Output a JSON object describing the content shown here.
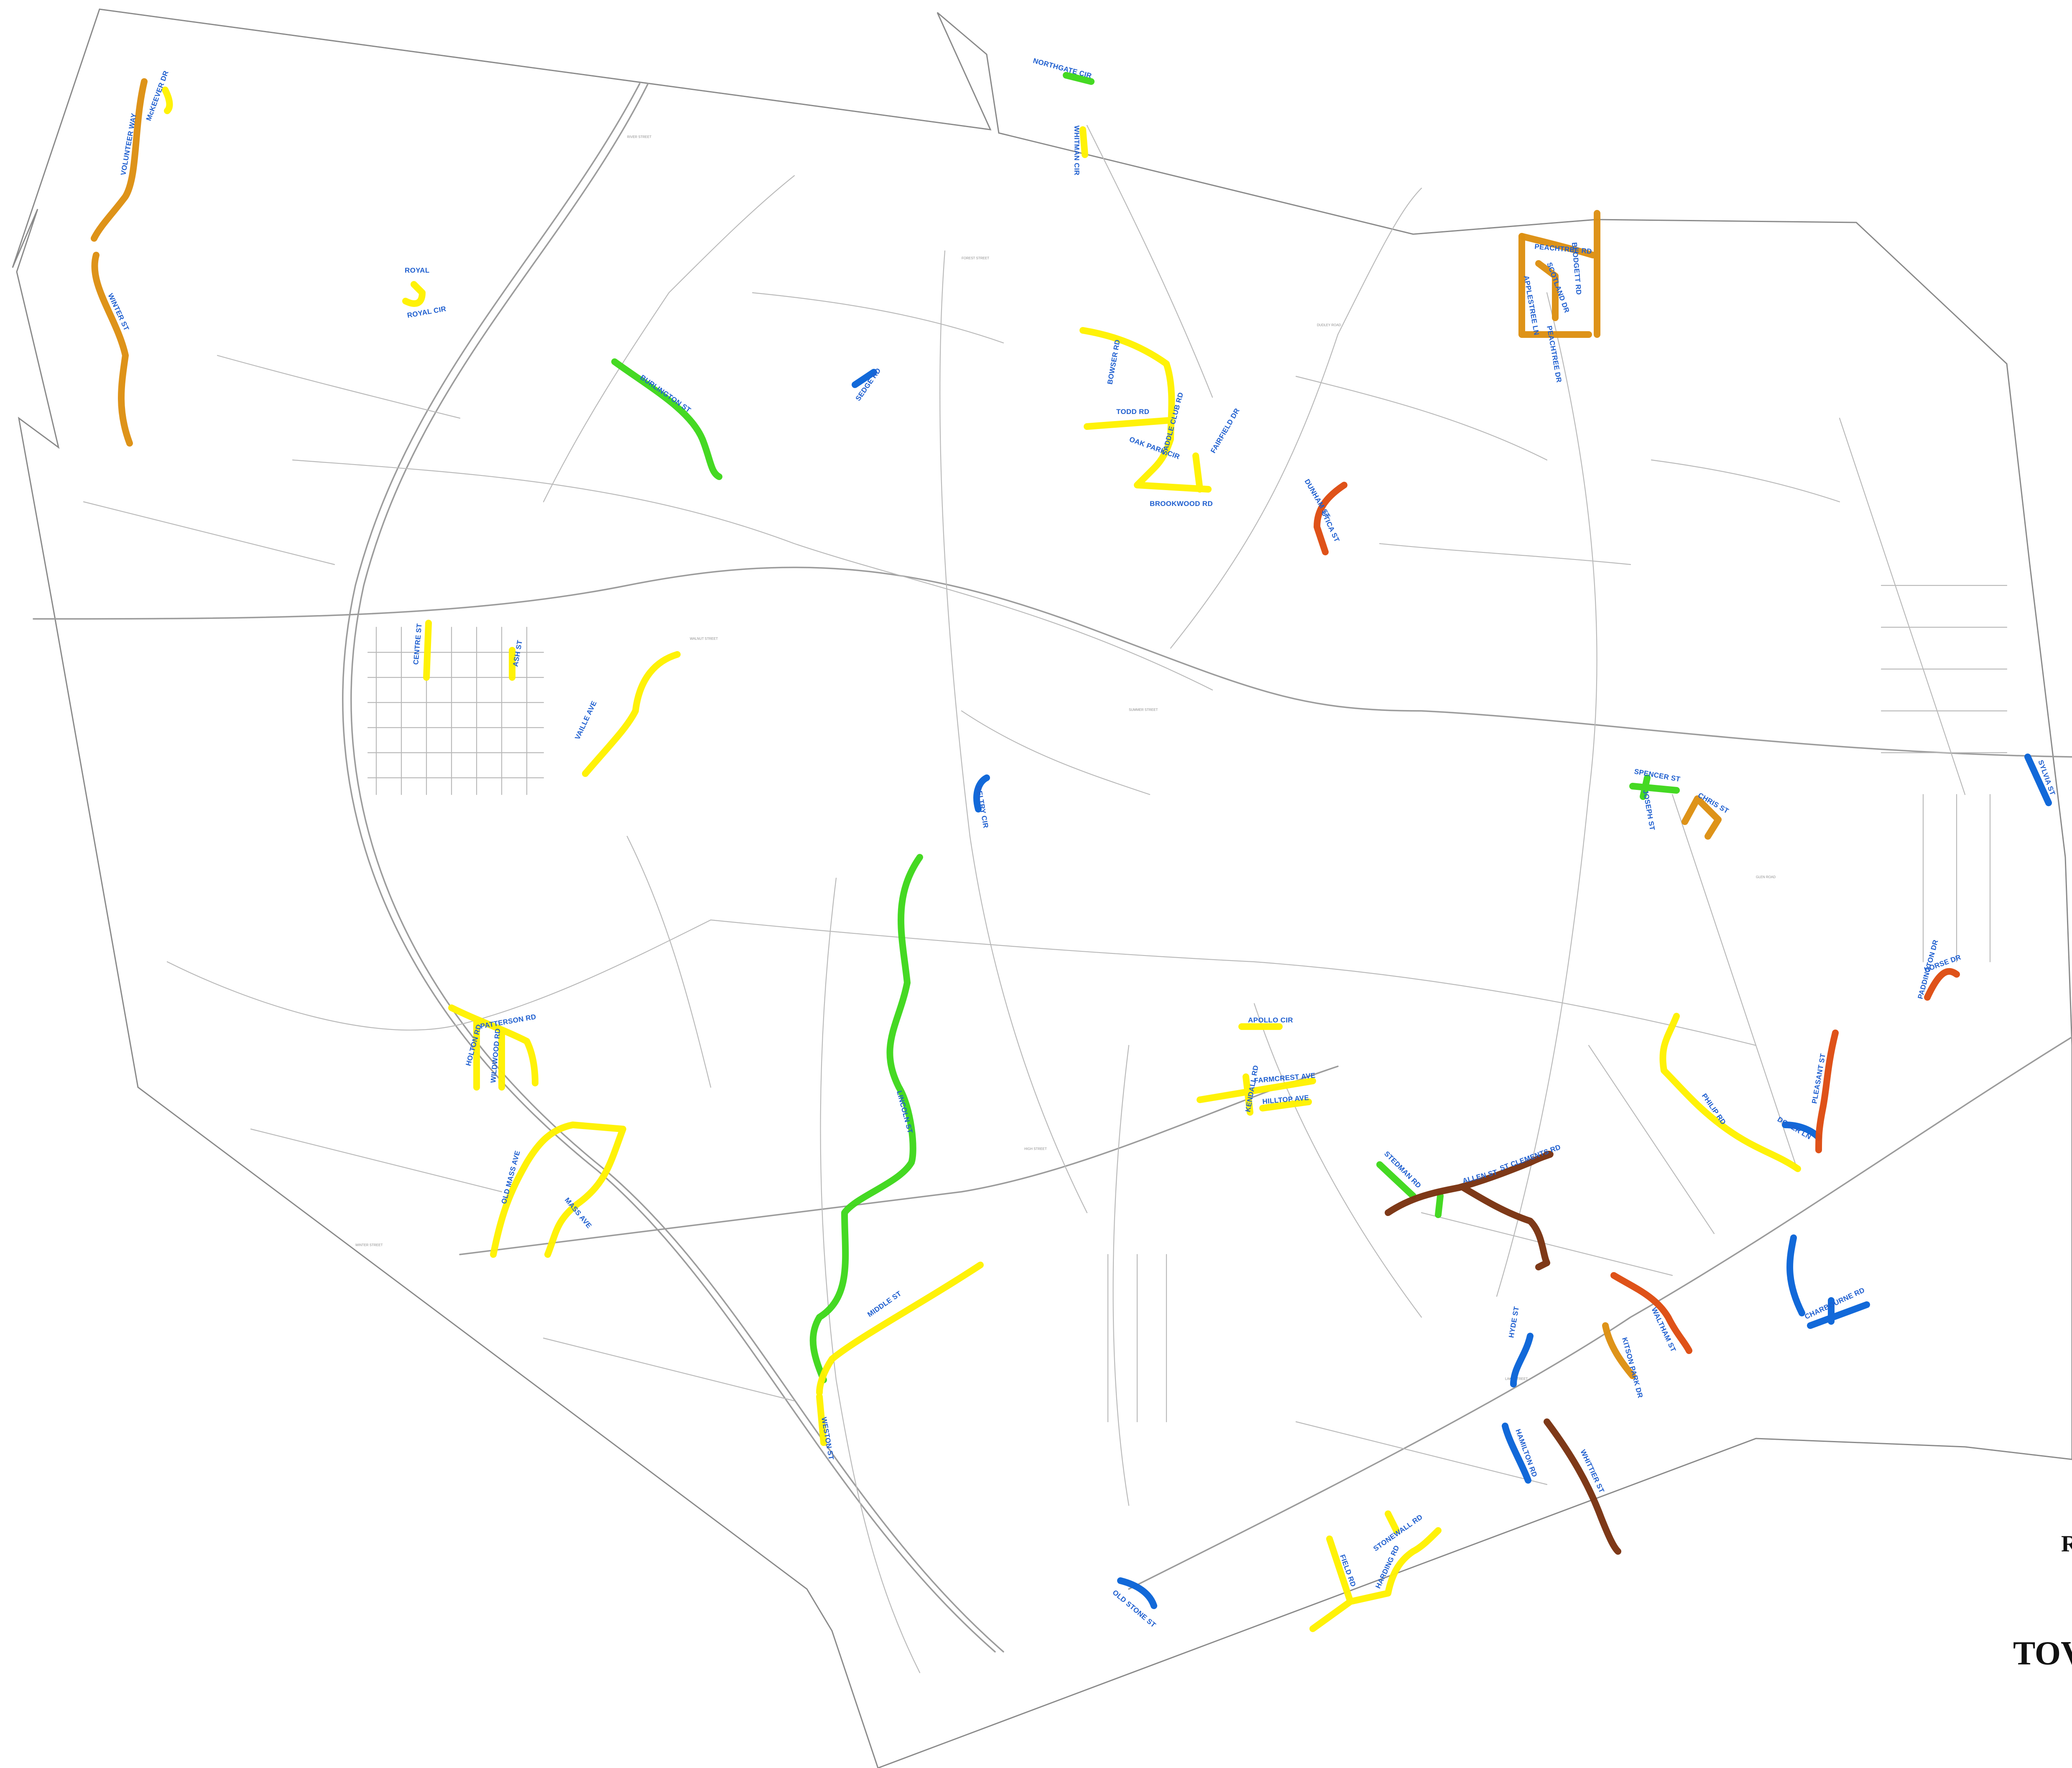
{
  "colors": {
    "green": "#3fd81c",
    "yellow": "#fff200",
    "orange": "#dd8f12",
    "blue": "#0a64d8",
    "red_orange": "#de4c12",
    "brown": "#7a3311",
    "label_blue": "#1f5fcf",
    "road_gray": "#b9b9b9"
  },
  "street_labels": [
    "McKEEVER DR",
    "VOLUNTEER WAY",
    "WINTER ST",
    "ROYAL CIR",
    "ROYAL",
    "NORTHGATE CIR",
    "WHITMAN CIR",
    "BURLINGTON ST",
    "SEDGE RD",
    "BOWSER RD",
    "TODD RD",
    "SADDLE CLUB RD",
    "OAK PARK CIR",
    "FAIRFIELD DR",
    "BROOKWOOD RD",
    "DUNHAM ST",
    "UTICA ST",
    "PEACHTREE RD",
    "SCOTLAND DR",
    "APPLESTREE LN",
    "BLODGETT RD",
    "PEACHTREE DR",
    "CENTRE ST",
    "ASH ST",
    "VAILLE AVE",
    "BELTRY CIR",
    "SPENCER ST",
    "JOSEPH ST",
    "CHRIS ST",
    "SYLVIA ST",
    "PATTERSON RD",
    "HOLTON RD",
    "WILDWOOD RD",
    "OLD MASS AVE",
    "MASS AVE",
    "LINCOLN ST",
    "MIDDLE ST",
    "WESTON ST",
    "APOLLO CIR",
    "FARMCREST AVE",
    "KENDALL RD",
    "HILLTOP AVE",
    "STEDMAN RD",
    "ALLEN ST",
    "ST CLEMENTS RD",
    "PHILIP RD",
    "DOVER LN",
    "PLEASANT ST",
    "PADDINGTON DR",
    "HORSE DR",
    "HYDE ST",
    "WALTHAM ST",
    "HAMILTON RD",
    "WHITTIER ST",
    "KITSON PARK DR",
    "CHARBOURNE RD",
    "FIELD RD",
    "HARDING RD",
    "STONEWALL RD",
    "OLD STONE ST"
  ],
  "legend_fragments": {
    "line_1": "R",
    "line_2": "TOV"
  }
}
